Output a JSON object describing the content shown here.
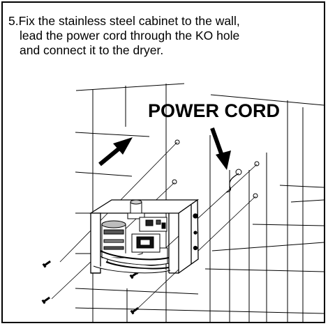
{
  "instruction": {
    "lines": [
      "5.Fix the stainless steel cabinet to the wall,",
      "lead the power cord through the KO hole",
      "and connect it to the dryer."
    ]
  },
  "illustration": {
    "callout_label": "POWER CORD",
    "icons": [
      "direction-arrow-icon",
      "callout-arrow-icon"
    ]
  }
}
